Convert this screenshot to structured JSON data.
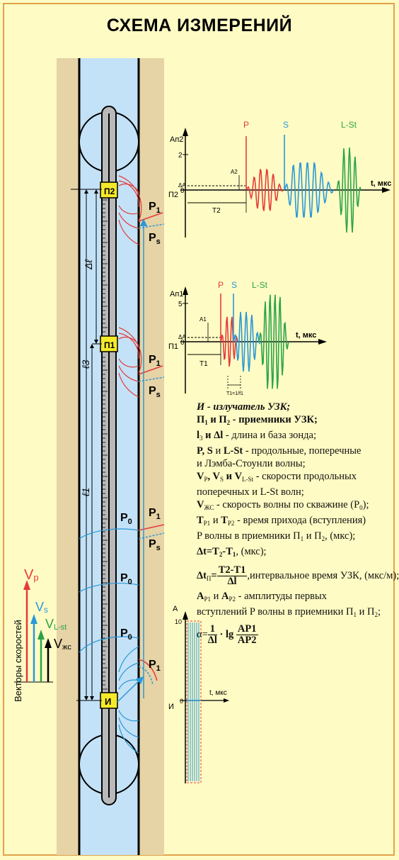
{
  "title": "СХЕМА ИЗМЕРЕНИЙ",
  "colors": {
    "background": "#fffbc4",
    "formation": "#e6d3a6",
    "borehole": "#c4e2f7",
    "tool": "#b9b9b9",
    "sensor": "#f5ea2a",
    "p_wave": "#e53b3b",
    "s_wave": "#2a98d8",
    "lst_wave": "#2aa44a",
    "fluid_wave": "#000000"
  },
  "tool": {
    "receiver2": "П2",
    "receiver1": "П1",
    "emitter": "И",
    "dim_dl": "Δℓ",
    "dim_l3": "ℓ3",
    "dim_l1": "ℓ1",
    "wave_labels": [
      "P1",
      "Ps",
      "P1",
      "Ps",
      "P0",
      "P1",
      "Ps",
      "P0",
      "P0",
      "P1"
    ]
  },
  "chart_top": {
    "y_axis_label": "Ап2",
    "origin_label": "П2",
    "tick_2": "2",
    "tick_0": "0",
    "delta_a": "ΔA",
    "amp_label": "A2",
    "time_label": "T2",
    "x_axis_label": "t, мкс",
    "wave_p": "P",
    "wave_s": "S",
    "wave_lst": "L-St"
  },
  "chart_mid": {
    "y_axis_label": "Ап1",
    "origin_label": "П1",
    "tick_5": "5",
    "tick_0": "0",
    "delta_a": "ΔA",
    "amp_label": "A1",
    "time_label": "T1",
    "period_label": "T1=1/f1",
    "x_axis_label": "t, мкс",
    "wave_p": "P",
    "wave_s": "S",
    "wave_lst": "L-St"
  },
  "chart_bottom": {
    "y_axis_label": "А",
    "tick_10": "10",
    "tick_0": "0",
    "origin_label": "И",
    "x_axis_label": "t, мкс"
  },
  "velocity": {
    "axis_label": "Векторы скоростей",
    "vp": "V",
    "vp_sub": "p",
    "vs": "V",
    "vs_sub": "s",
    "vlst": "V",
    "vlst_sub": "L-st",
    "vzhs": "V",
    "vzhs_sub": "жс"
  },
  "legend": {
    "l1_a": "И - излучатель УЗК;",
    "l2_a": "П",
    "l2_b": "1",
    "l2_c": " и П",
    "l2_d": "2",
    "l2_e": " - приемники УЗК;",
    "l3_a": "l",
    "l3_b": "3",
    "l3_c": " и Δl",
    "l3_d": " - длина и база зонда;",
    "l4_a": "P, S",
    "l4_b": " и ",
    "l4_c": "L-St",
    "l4_d": " - продольные, поперечные",
    "l5": "и Лэмба-Стоунли волны;",
    "l6_a": "V",
    "l6_b": "P",
    "l6_c": ", V",
    "l6_d": "S",
    "l6_e": " и V",
    "l6_f": "L-St",
    "l6_g": " - скорости продольных",
    "l7": "поперечных и L-St волн;",
    "l8_a": "V",
    "l8_b": "ЖС",
    "l8_c": " - скорость волны по скважине (P",
    "l8_d": "0",
    "l8_e": ");",
    "l9_a": "T",
    "l9_b": "P1",
    "l9_c": " и ",
    "l9_d": "T",
    "l9_e": "P2",
    "l9_f": " - время прихода (вступления)",
    "l10": "P волны в приемники П",
    "l10_b": "1",
    "l10_c": " и П",
    "l10_d": "2",
    "l10_e": ", (мкс);",
    "l11_a": "Δt=T",
    "l11_b": "2",
    "l11_c": "-T",
    "l11_d": "1",
    "l11_e": ", (мкс);",
    "l12_a": "Δt",
    "l12_b": "П",
    "l12_num": "T2-T1",
    "l12_den": "Δl",
    "l12_c": ",интервальное время УЗК, (мкс/м);",
    "l13_a": "A",
    "l13_b": "P1",
    "l13_c": " и ",
    "l13_d": "A",
    "l13_e": "P2",
    "l13_f": " - амплитуды первых",
    "l14": "вступлений P волны в приемники П",
    "l14_b": "1",
    "l14_c": " и П",
    "l14_d": "2",
    "l14_e": ";",
    "l15_a": "α=",
    "l15_num1": "1",
    "l15_den1": "Δl",
    "l15_b": " · lg ",
    "l15_num2": "AP1",
    "l15_den2": "AP2"
  }
}
